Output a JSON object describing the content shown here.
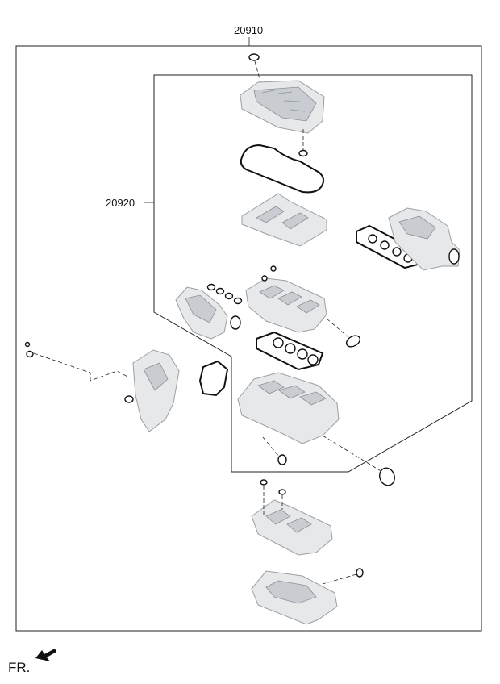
{
  "labels": {
    "outer_kit": "20910",
    "inner_kit": "20920",
    "front_marker": "FR."
  },
  "icons": {
    "front_arrow": "arrow-left-down-icon"
  },
  "colors": {
    "line": "#222222",
    "part_fill": "#e6e8ea",
    "part_shadow": "#c9cdd1"
  }
}
